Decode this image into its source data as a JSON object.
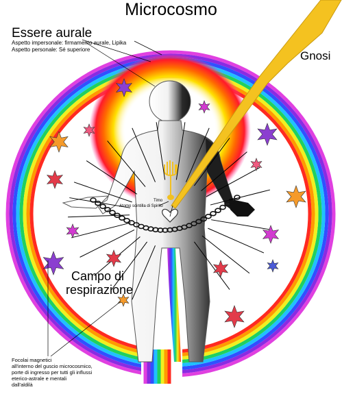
{
  "title": "Microcosmo",
  "aural": {
    "heading": "Essere aurale",
    "line1": "Aspetto impersonale: firmamento aurale, Lipika",
    "line2": "Aspetto personale: Sé superiore"
  },
  "gnosi": "Gnosi",
  "campo": {
    "line1": "Campo di",
    "line2": "respirazione"
  },
  "timo": "Timo",
  "atomo": "Atomo scintilla di Spirito",
  "focolai": {
    "lines": [
      "Focolai magnetici",
      "all'interno del guscio microcosmico,",
      "porte di ingresso per tutti gli influssi",
      "eterico-astrale e mentali",
      "dall'aldilà"
    ]
  },
  "colors": {
    "rainbow": [
      "#e040e0",
      "#8a2be2",
      "#3050ff",
      "#20c0ff",
      "#20d060",
      "#f0f020",
      "#ff9a00",
      "#ff2a20"
    ],
    "star_purple": "#8b3fd0",
    "star_red": "#e23b4a",
    "star_orange": "#f59a2a",
    "star_magenta": "#d23bd0",
    "star_pink": "#f05a80",
    "star_blue": "#4a5ad8",
    "ray": "#f4c220",
    "halo": "#ff2020",
    "body_dark": "#2a2a2a"
  },
  "icons": [
    "star-icon",
    "lightning-ray-icon",
    "candelabra-icon",
    "heart-icon",
    "chain-icon",
    "hand-icon"
  ]
}
